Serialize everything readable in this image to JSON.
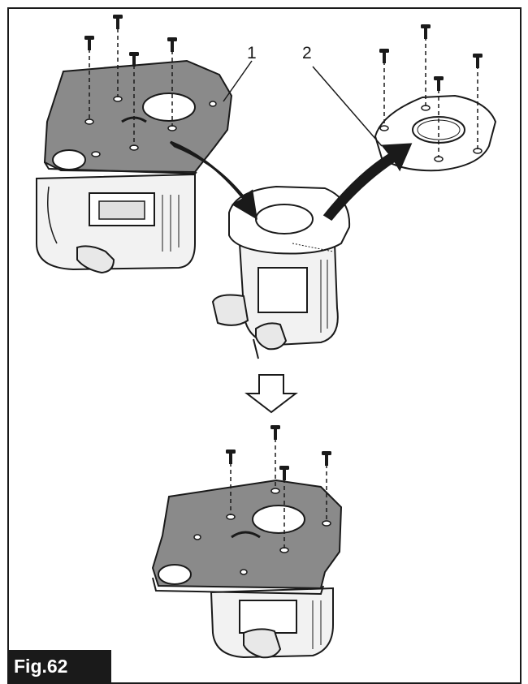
{
  "figure": {
    "label": "Fig.62",
    "callouts": [
      {
        "id": "1",
        "text": "1"
      },
      {
        "id": "2",
        "text": "2"
      }
    ]
  },
  "colors": {
    "line": "#1a1a1a",
    "plate_fill": "#8a8a8a",
    "body_fill": "#f2f2f2",
    "label_bg": "#1a1a1a"
  }
}
